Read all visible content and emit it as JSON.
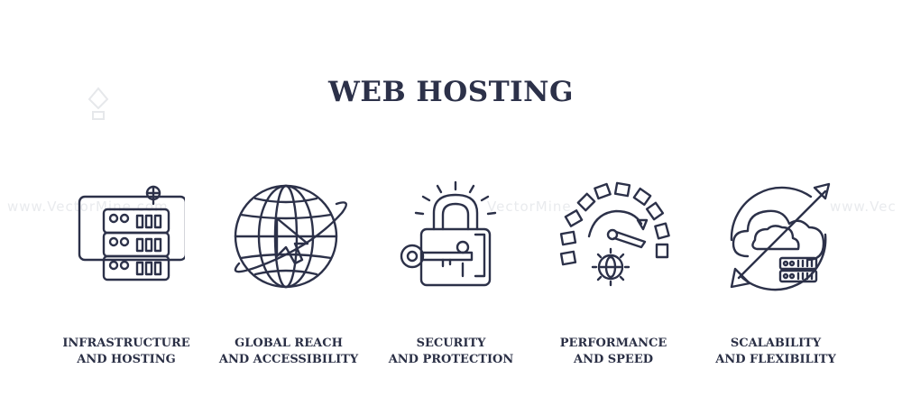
{
  "title": "WEB HOSTING",
  "watermark": {
    "left": "www.VectorMine.com",
    "center": "VectorMine",
    "right": "www.Vec"
  },
  "colors": {
    "ink": "#2c3149",
    "background": "#ffffff"
  },
  "items": [
    {
      "icon": "server-rack-icon",
      "label_line1": "INFRASTRUCTURE",
      "label_line2": "AND HOSTING"
    },
    {
      "icon": "globe-cursor-icon",
      "label_line1": "GLOBAL REACH",
      "label_line2": "AND ACCESSIBILITY"
    },
    {
      "icon": "padlock-key-icon",
      "label_line1": "SECURITY",
      "label_line2": "AND PROTECTION"
    },
    {
      "icon": "speedometer-gear-icon",
      "label_line1": "PERFORMANCE",
      "label_line2": "AND SPEED"
    },
    {
      "icon": "cloud-scale-icon",
      "label_line1": "SCALABILITY",
      "label_line2": "AND FLEXIBILITY"
    }
  ]
}
